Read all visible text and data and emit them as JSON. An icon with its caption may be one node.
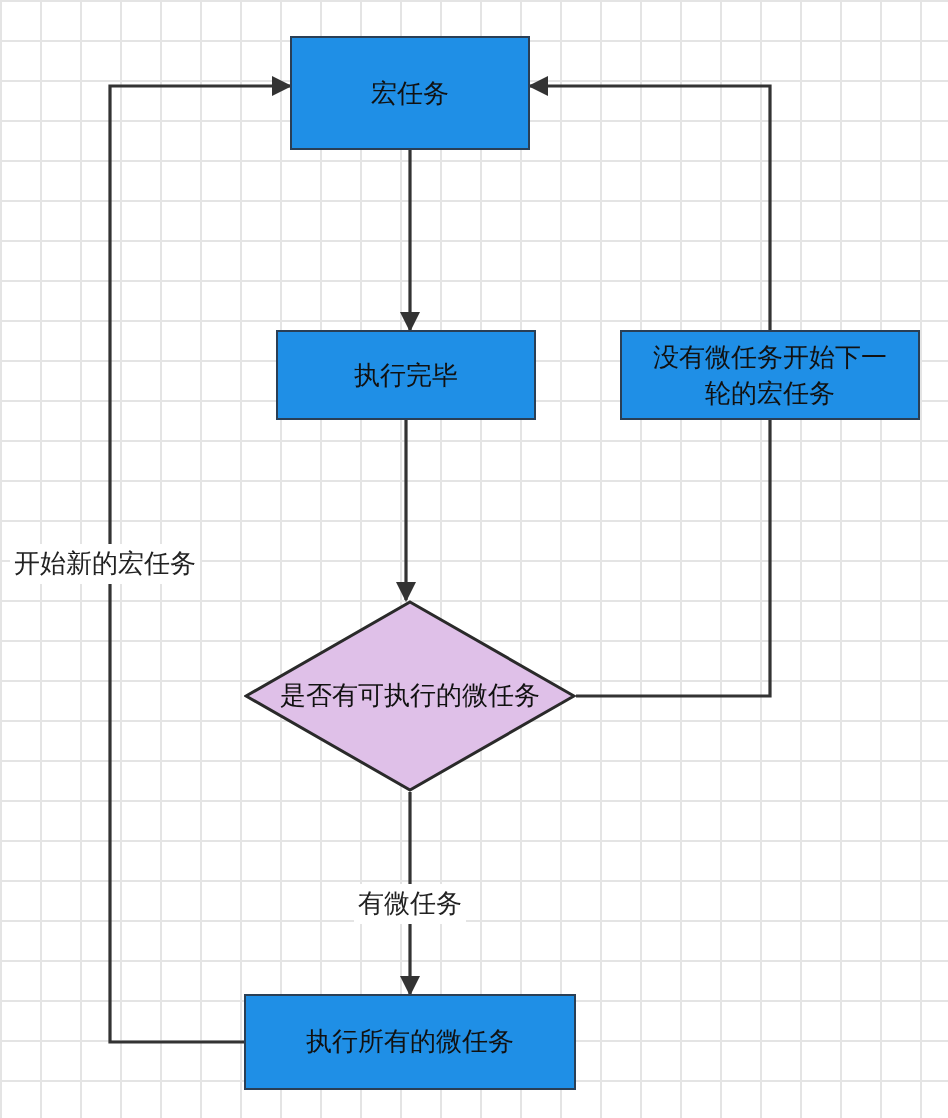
{
  "diagram": {
    "nodes": [
      {
        "text": [
          "宏任务"
        ]
      },
      {
        "text": [
          "执行完毕"
        ]
      },
      {
        "text": [
          "没有微任务开始下一轮的宏任务"
        ]
      },
      {
        "text": [
          "是否有可执行的微任务"
        ]
      },
      {
        "text": [
          "执行所有的微任务"
        ]
      }
    ],
    "edges": [
      {
        "from": 0,
        "to": 1,
        "arrow": "to"
      },
      {
        "from": 1,
        "to": 3,
        "arrow": "to"
      },
      {
        "from": 3,
        "to": 2,
        "arrow": "none"
      },
      {
        "from": 2,
        "to": 0,
        "arrow": "to"
      },
      {
        "from": 3,
        "to": 4,
        "arrow": "to",
        "label": "有微任务"
      },
      {
        "from": 4,
        "to": 0,
        "arrow": "to",
        "label": "开始新的宏任务"
      }
    ]
  }
}
